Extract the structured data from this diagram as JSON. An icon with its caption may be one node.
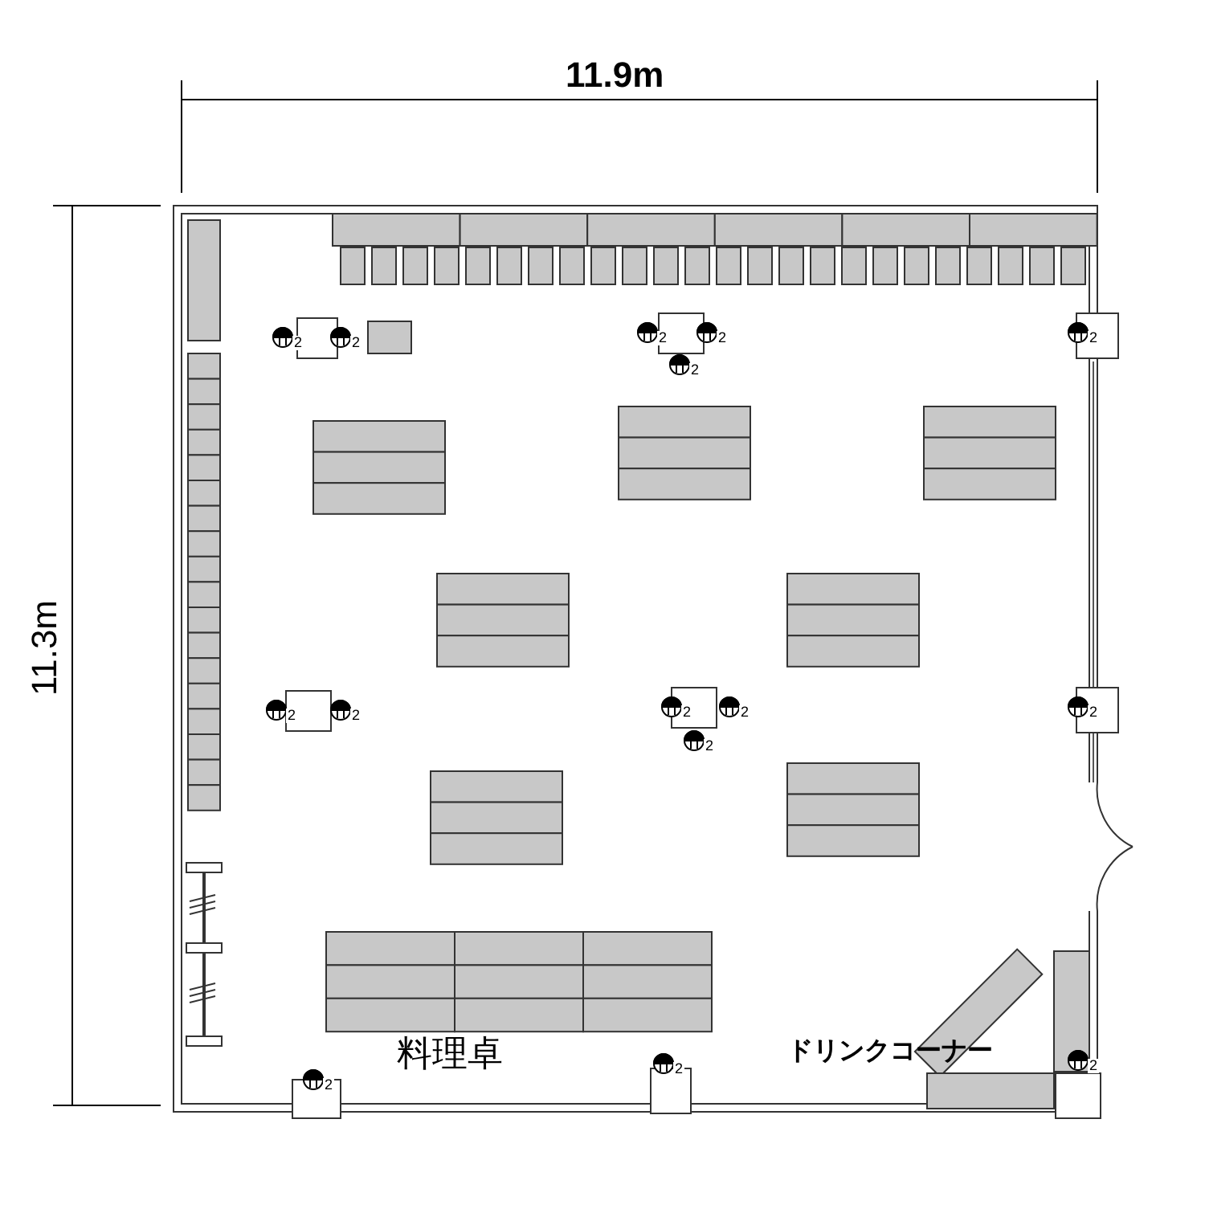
{
  "diagram": {
    "labels": [
      "11.9m",
      "11.3m",
      "2",
      "2",
      "2",
      "2",
      "2",
      "2",
      "2",
      "2",
      "2",
      "2",
      "2",
      "2",
      "料理卓",
      "ドリンクコーナー",
      "2",
      "2",
      "2"
    ]
  }
}
